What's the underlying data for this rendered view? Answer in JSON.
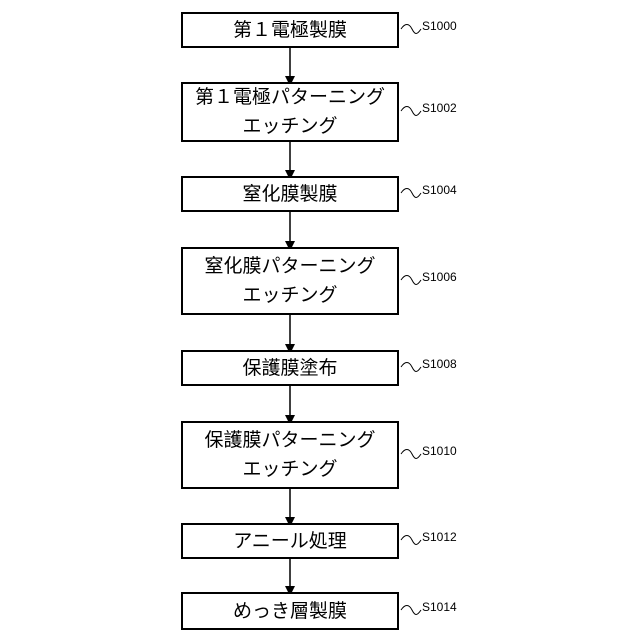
{
  "steps": [
    {
      "lines": [
        "第１電極製膜"
      ],
      "id": "S1000"
    },
    {
      "lines": [
        "第１電極パターニング",
        "エッチング"
      ],
      "id": "S1002"
    },
    {
      "lines": [
        "窒化膜製膜"
      ],
      "id": "S1004"
    },
    {
      "lines": [
        "窒化膜パターニング",
        "エッチング"
      ],
      "id": "S1006"
    },
    {
      "lines": [
        "保護膜塗布"
      ],
      "id": "S1008"
    },
    {
      "lines": [
        "保護膜パターニング",
        "エッチング"
      ],
      "id": "S1010"
    },
    {
      "lines": [
        "アニール処理"
      ],
      "id": "S1012"
    },
    {
      "lines": [
        "めっき層製膜"
      ],
      "id": "S1014"
    }
  ]
}
